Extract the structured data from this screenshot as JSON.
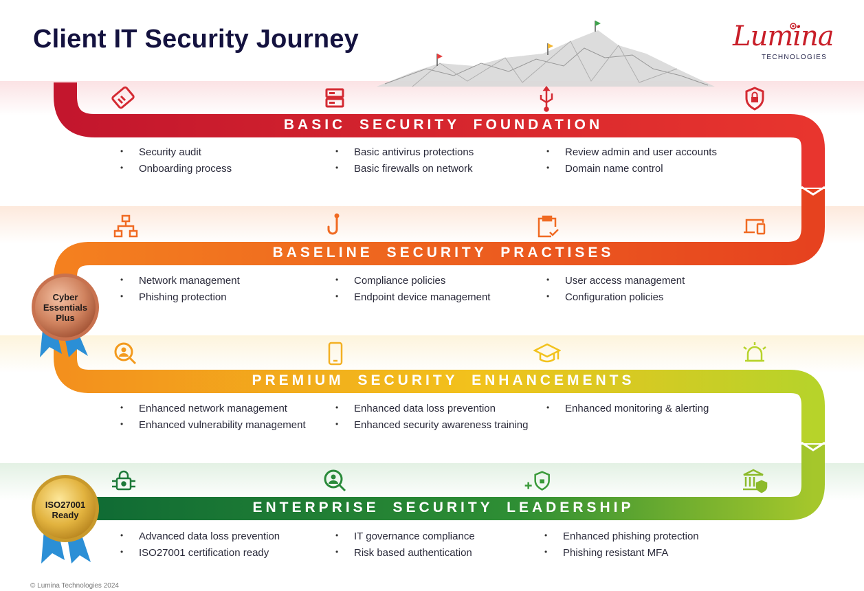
{
  "title": "Client IT Security Journey",
  "logo": {
    "name": "Lumina",
    "sub": "TECHNOLOGIES"
  },
  "bands": [
    {
      "title": "BASIC SECURITY FOUNDATION",
      "color": "#d42a32",
      "icons": [
        "handshake-icon",
        "server-icon",
        "usb-icon",
        "shield-lock-icon"
      ],
      "columns": [
        [
          "Security audit",
          "Onboarding process"
        ],
        [
          "Basic antivirus protections",
          "Basic firewalls on network"
        ],
        [
          "Review admin and user accounts",
          "Domain name control"
        ]
      ]
    },
    {
      "title": "BASELINE SECURITY PRACTISES",
      "color": "#f06a22",
      "icons": [
        "network-icon",
        "phishing-hook-icon",
        "clipboard-check-icon",
        "devices-icon"
      ],
      "columns": [
        [
          "Network management",
          "Phishing protection"
        ],
        [
          "Compliance policies",
          "Endpoint device management"
        ],
        [
          "User access management",
          "Configuration policies"
        ]
      ]
    },
    {
      "title": "PREMIUM SECURITY ENHANCEMENTS",
      "color": "#f3a623",
      "icons": [
        "user-search-icon",
        "mobile-icon",
        "graduation-cap-icon",
        "alarm-bell-icon"
      ],
      "columns": [
        [
          "Enhanced network management",
          "Enhanced vulnerability management"
        ],
        [
          "Enhanced data loss prevention",
          "Enhanced security awareness training"
        ],
        [
          "Enhanced monitoring & alerting"
        ]
      ]
    },
    {
      "title": "ENTERPRISE SECURITY LEADERSHIP",
      "color": "#1e7a3a",
      "icons": [
        "encrypted-lock-icon",
        "user-search-icon",
        "add-shield-icon",
        "bank-shield-icon"
      ],
      "columns": [
        [
          "Advanced data loss prevention",
          "ISO27001 certification ready"
        ],
        [
          "IT governance compliance",
          "Risk based authentication"
        ],
        [
          "Enhanced phishing protection",
          "Phishing resistant MFA"
        ]
      ]
    }
  ],
  "badges": [
    {
      "line1": "Cyber",
      "line2": "Essentials",
      "line3": "Plus"
    },
    {
      "line1": "ISO27001",
      "line2": "Ready"
    }
  ],
  "footer": "© Lumina Technologies 2024"
}
